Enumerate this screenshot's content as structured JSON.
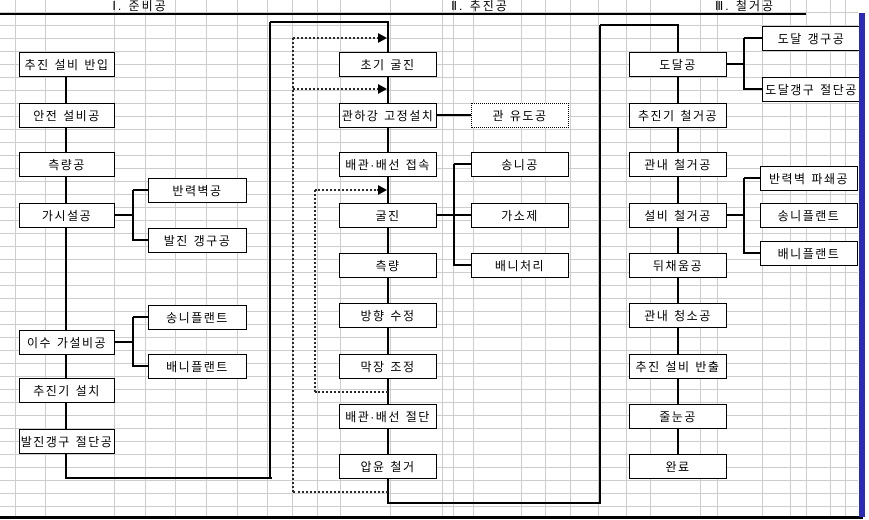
{
  "sheet": {
    "section_titles": [
      "Ⅰ. 준비공",
      "Ⅱ. 추진공",
      "Ⅲ. 철거공"
    ]
  },
  "boxes": {
    "s1_1": "추진 설비 반입",
    "s1_2": "안전 설비공",
    "s1_3": "측량공",
    "s1_4": "가시설공",
    "s1_4a": "반력벽공",
    "s1_4b": "발진 갱구공",
    "s1_5": "이수 가설비공",
    "s1_5a": "송니플랜트",
    "s1_5b": "배니플랜트",
    "s1_6": "추진기 설치",
    "s1_7": "발진갱구 절단공",
    "s2_1": "초기 굴진",
    "s2_2": "관하강 고정설치",
    "s2_2a": "관 유도공",
    "s2_3": "배관·배선 접속",
    "s2_4": "굴진",
    "s2_4a": "송니공",
    "s2_4b": "가소제",
    "s2_4c": "배니처리",
    "s2_5": "측량",
    "s2_6": "방향 수정",
    "s2_7": "막장 조정",
    "s2_8": "배관·배선 절단",
    "s2_9": "압윤 철거",
    "s3_1": "도달공",
    "s3_1a": "도달 갱구공",
    "s3_1b": "도달갱구 절단공",
    "s3_2": "추진기 철거공",
    "s3_3": "관내 철거공",
    "s3_4": "설비 철거공",
    "s3_4a": "반력벽 파쇄공",
    "s3_4b": "송니플랜트",
    "s3_4c": "배니플랜트",
    "s3_5": "뒤채움공",
    "s3_6": "관내 청소공",
    "s3_7": "추진 설비 반출",
    "s3_8": "줄눈공",
    "s3_9": "완료"
  },
  "colors": {
    "gridline": "#cdcdcd",
    "flow_line": "#000000",
    "window_right_border": "#2b2bb5"
  }
}
